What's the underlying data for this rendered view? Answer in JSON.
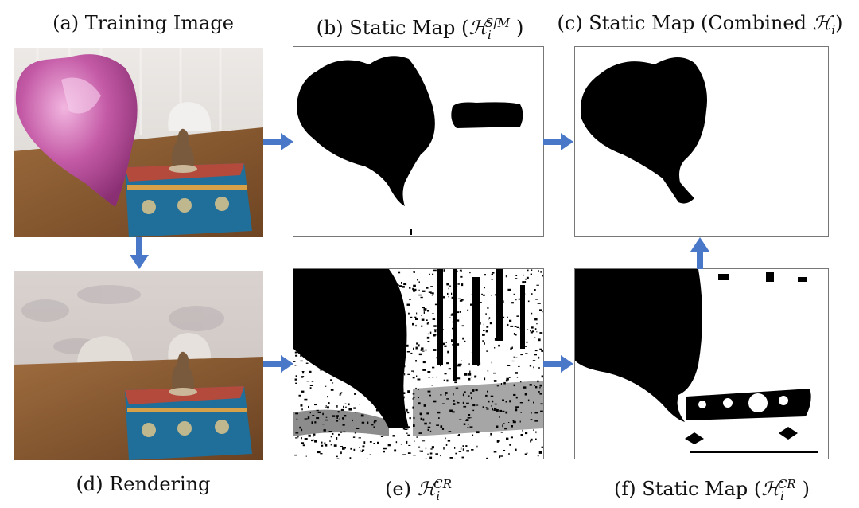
{
  "captions": {
    "a": {
      "prefix": "(a) Training Image"
    },
    "b": {
      "prefix": "(b) Static Map (",
      "sym": "ℋ",
      "sub": "i",
      "sup": "SfM",
      "suffix": ")"
    },
    "c": {
      "prefix": "(c) Static Map (Combined ",
      "sym": "ℋ",
      "sub": "i",
      "suffix": ")"
    },
    "d": {
      "prefix": "(d) Rendering"
    },
    "e": {
      "prefix": "(e) ",
      "sym": "ℋ",
      "sub": "i",
      "sup": "CR"
    },
    "f": {
      "prefix": "(f) Static Map (",
      "sym": "ℋ",
      "sub": "i",
      "sup": "CR",
      "suffix": ")"
    }
  },
  "colors": {
    "arrow": "#4a78c9",
    "balloon": "#c45aa6",
    "table": "#8a5a2e",
    "box": "#1f6f9a",
    "wall": "#cfc8c4"
  }
}
